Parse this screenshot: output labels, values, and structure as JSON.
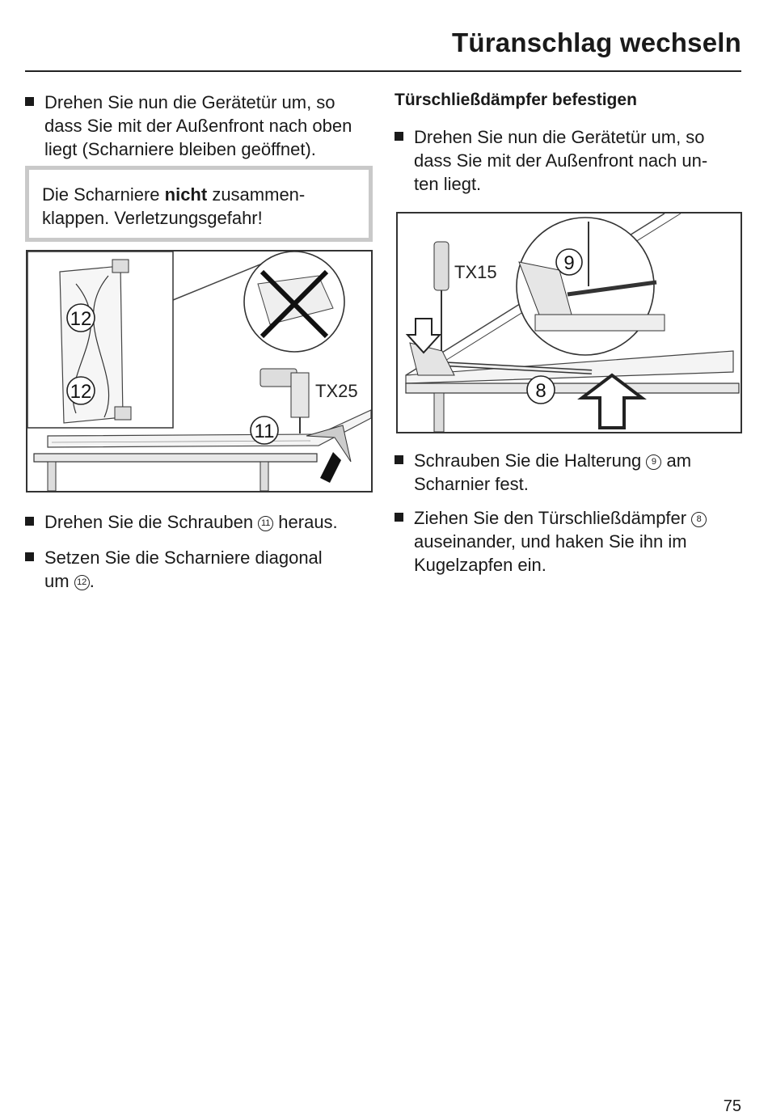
{
  "header": {
    "title": "Türanschlag wechseln"
  },
  "left": {
    "step1": "Drehen Sie nun die Gerätetür um, so\ndass Sie mit der Außenfront nach oben\nliegt (Scharniere bleiben geöffnet).",
    "warning": {
      "part1": "Die Scharniere ",
      "bold": "nicht",
      "part2": " zusammen-",
      "line2": "klappen. Verletzungsgefahr!"
    },
    "figure": {
      "tool_label": "TX25",
      "callout_a": "12",
      "callout_b": "12",
      "callout_c": "11"
    },
    "step2": {
      "before": "Drehen Sie die Schrauben ",
      "num": "11",
      "after": " heraus."
    },
    "step3": {
      "before": "Setzen Sie die Scharniere diagonal\num ",
      "num": "12",
      "after": "."
    }
  },
  "right": {
    "subheading": "Türschließdämpfer befestigen",
    "step1": "Drehen Sie nun die Gerätetür um, so\ndass Sie mit der Außenfront nach un-\nten liegt.",
    "figure": {
      "tool_label": "TX15",
      "callout_a": "9",
      "callout_b": "8"
    },
    "step2": {
      "before": "Schrauben Sie die Halterung ",
      "num": "9",
      "after": " am\nScharnier fest."
    },
    "step3": {
      "before": "Ziehen Sie den Türschließdämpfer ",
      "num": "8",
      "after": "\nauseinander, und haken Sie ihn im\nKugelzapfen ein."
    }
  },
  "footer": {
    "page_number": "75"
  }
}
